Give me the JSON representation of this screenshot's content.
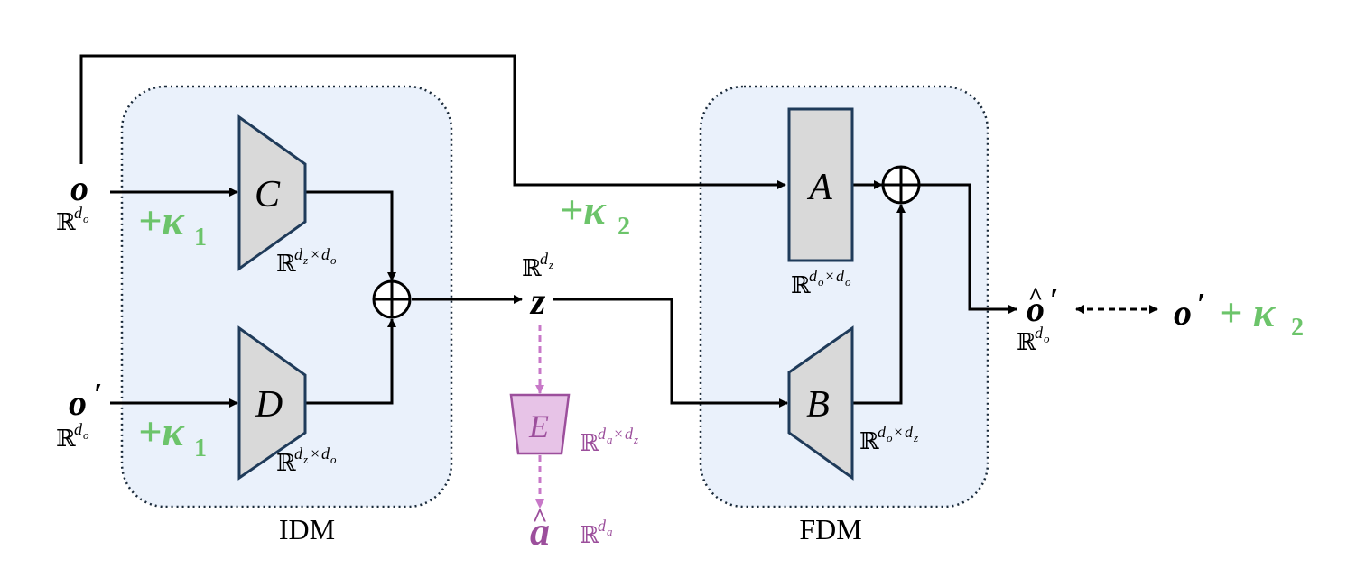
{
  "modules": {
    "idm_label": "IDM",
    "fdm_label": "FDM"
  },
  "inputs": {
    "o": "o",
    "o_prime": "o",
    "prime": "′",
    "space_symbol": "ℝ",
    "space_exp": "d",
    "space_sub_o": "o"
  },
  "blocks": {
    "C": "C",
    "D": "D",
    "A": "A",
    "B": "B",
    "E": "E"
  },
  "dims": {
    "dz_x_do_base": "ℝ",
    "dz_x_do_exp": "d",
    "sub_z": "z",
    "times": "×",
    "sub_o": "o",
    "sub_a": "a"
  },
  "noise": {
    "kappa1": "+κ",
    "kappa1_sub": "1",
    "kappa2": "+κ",
    "kappa2_sub": "2",
    "plus_kappa2_out": "+ κ",
    "out_sub": "2"
  },
  "latent": {
    "z": "z"
  },
  "outputs": {
    "o_hat": "o",
    "o_target": "o",
    "a_hat": "a",
    "hat": "^"
  },
  "colors": {
    "module_bg": "#eaf1fb",
    "block_fill": "#d9d9d9",
    "block_stroke": "#1f3b5a",
    "noise": "#6cc46a",
    "action_path": "#c878c8",
    "action_text": "#8a3f8a",
    "e_fill": "#e7c3e7"
  }
}
